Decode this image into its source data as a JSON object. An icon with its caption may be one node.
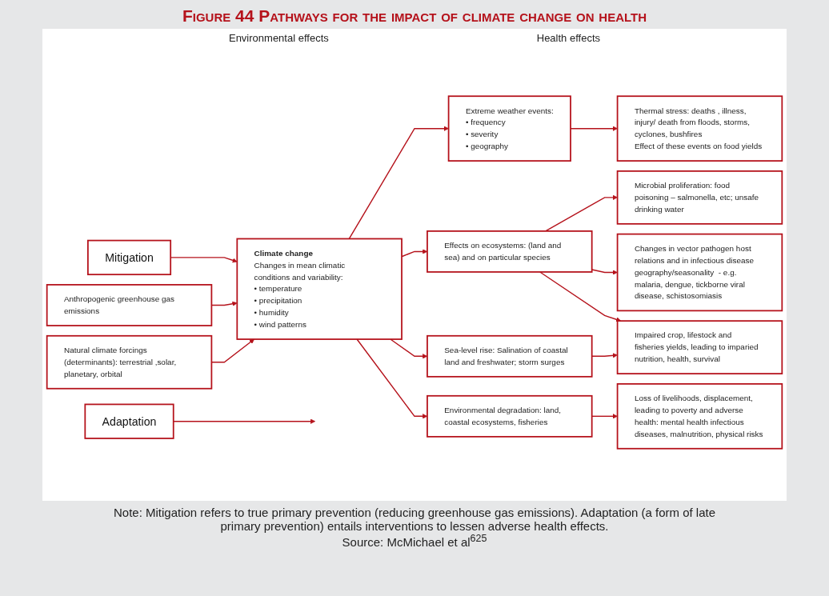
{
  "diagram": {
    "title": "Figure 44 Pathways for the impact of climate change on health",
    "caption": "Note: Mitigation refers to true primary prevention (reducing greenhouse gas emissions). Adaptation (a form of late primary prevention) entails interventions to lessen adverse health effects.",
    "nodes": [
      {
        "text": [
          "Mitigation"
        ]
      },
      {
        "text": [
          "Adaptation"
        ]
      },
      {
        "text": [
          "Anthropogenic greenhouse gas emissions"
        ]
      },
      {
        "text": [
          "Climate change",
          "Changes in mean climatic conditions and variability:",
          "• temperature",
          "• precipitation",
          "• humidity",
          "• wind patterns"
        ]
      },
      {
        "text": [
          "Natural climate forcings (determinants): terrestrial ,solar, planetary, orbital"
        ]
      },
      {
        "text": [
          "Extreme weather events:",
          "• frequency",
          "• severity",
          "• geography"
        ]
      },
      {
        "text": [
          "Effects on ecosystems: (land and sea) and on particular species"
        ]
      },
      {
        "text": [
          "Sea-level rise: Salination of coastal land and freshwater; storm surges"
        ]
      },
      {
        "text": [
          "Environmental degradation: land, coastal ecosystems, fisheries"
        ]
      },
      {
        "text": [
          "Thermal stress: deaths , illness, injury/ death from floods, storms, cyclones, bushfires",
          "Effect of these events on food yields"
        ]
      },
      {
        "text": [
          "Microbial proliferation: food poisoning – salmonella, etc; unsafe drinking water"
        ]
      },
      {
        "text": [
          "Changes in vector pathogen host relations and in infectious disease geography/seasonality  - e.g. malaria, dengue, tickborne viral disease, schistosomiasis"
        ]
      },
      {
        "text": [
          "Impaired crop, lifestock and fisheries yields, leading to imparied nutrition, health, survival"
        ]
      },
      {
        "text": [
          "Loss of livelihoods, displacement, leading to poverty and adverse health: mental health infectious diseases, malnutrition, physical risks"
        ]
      }
    ],
    "edges": [
      {
        "from": 0,
        "to": 3,
        "arrow": "to"
      },
      {
        "from": 2,
        "to": 3,
        "arrow": "to"
      },
      {
        "from": 4,
        "to": 3,
        "arrow": "to"
      },
      {
        "from": 1,
        "to": null,
        "arrow": "to"
      },
      {
        "from": 3,
        "to": 5,
        "arrow": "to"
      },
      {
        "from": 3,
        "to": 6,
        "arrow": "to"
      },
      {
        "from": 3,
        "to": 7,
        "arrow": "to"
      },
      {
        "from": 3,
        "to": 8,
        "arrow": "to"
      },
      {
        "from": 5,
        "to": 9,
        "arrow": "to"
      },
      {
        "from": 6,
        "to": 10,
        "arrow": "to"
      },
      {
        "from": 6,
        "to": 11,
        "arrow": "to"
      },
      {
        "from": 6,
        "to": 12,
        "arrow": "to"
      },
      {
        "from": 7,
        "to": 12,
        "arrow": "to"
      },
      {
        "from": 8,
        "to": 13,
        "arrow": "to"
      }
    ],
    "labels": [
      "Environmental effects",
      "Health effects",
      "Source: McMichael et al$^{625}$"
    ]
  }
}
